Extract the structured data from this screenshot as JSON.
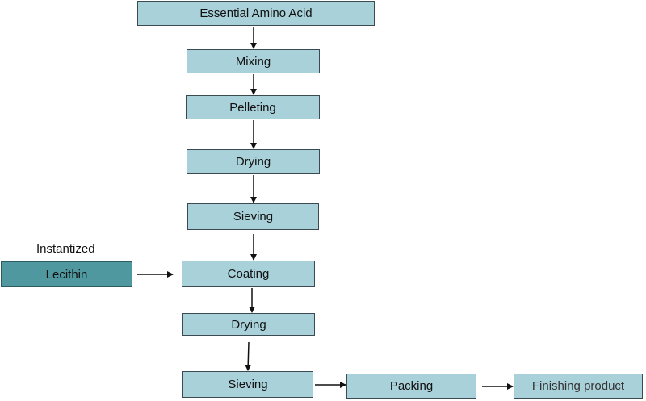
{
  "nodes": {
    "essential_amino_acid": "Essential  Amino Acid",
    "mixing": "Mixing",
    "pelleting": "Pelleting",
    "drying_1": "Drying",
    "sieving_1": "Sieving",
    "coating": "Coating",
    "drying_2": "Drying",
    "sieving_2": "Sieving",
    "packing": "Packing",
    "finishing_product": "Finishing product",
    "lecithin": "Lecithin"
  },
  "labels": {
    "instantized": "Instantized"
  },
  "edges": [
    {
      "from": "essential_amino_acid",
      "to": "mixing"
    },
    {
      "from": "mixing",
      "to": "pelleting"
    },
    {
      "from": "pelleting",
      "to": "drying_1"
    },
    {
      "from": "drying_1",
      "to": "sieving_1"
    },
    {
      "from": "sieving_1",
      "to": "coating"
    },
    {
      "from": "lecithin",
      "to": "coating"
    },
    {
      "from": "coating",
      "to": "drying_2"
    },
    {
      "from": "drying_2",
      "to": "sieving_2"
    },
    {
      "from": "sieving_2",
      "to": "packing"
    },
    {
      "from": "packing",
      "to": "finishing_product"
    }
  ],
  "colors": {
    "process_box": "#a9d1d9",
    "input_box": "#4f989f",
    "border": "#3a4a50",
    "arrow": "#111111"
  }
}
